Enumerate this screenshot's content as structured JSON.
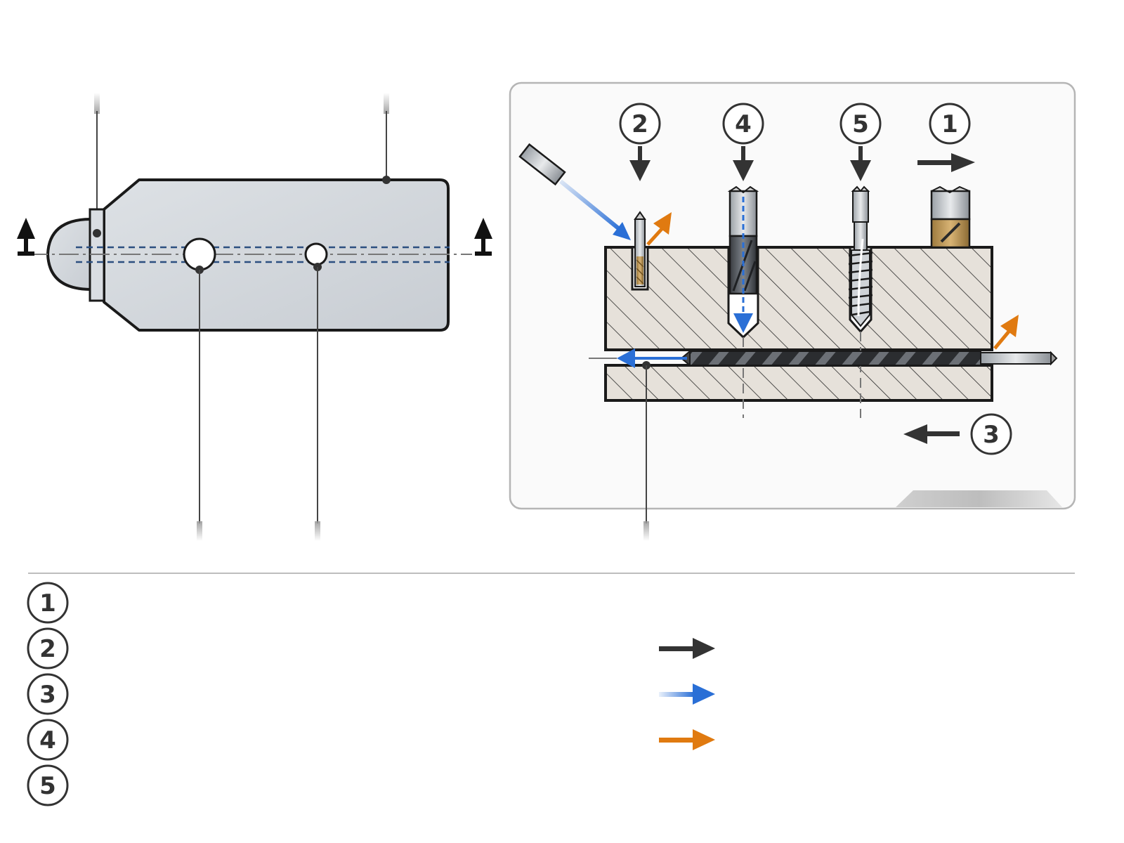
{
  "title": "",
  "callout_numbers": {
    "reamer": "4",
    "tap": "5",
    "side_tool": "1",
    "pilot_drill": "2",
    "long_drill": "3"
  },
  "legend": {
    "items": [
      {
        "num": "1",
        "text": ""
      },
      {
        "num": "2",
        "text": ""
      },
      {
        "num": "3",
        "text": ""
      },
      {
        "num": "4",
        "text": ""
      },
      {
        "num": "5",
        "text": ""
      }
    ],
    "arrows": [
      {
        "icon": "dark-arrow-icon",
        "color": "#333333",
        "text": ""
      },
      {
        "icon": "blue-arrow-icon",
        "color": "#2a6fd6",
        "text": ""
      },
      {
        "icon": "orange-arrow-icon",
        "color": "#e07a10",
        "text": ""
      }
    ]
  },
  "colors": {
    "outline": "#1a1a1a",
    "part_fill": "#d3d7dc",
    "section_line": "#2c4f80",
    "motion_arrow": "#333333",
    "coolant_arrow": "#2a6fd6",
    "chip_arrow": "#e07a10",
    "hatch_fill": "#e6e1da",
    "panel_fill": "#fafafa",
    "brass": "#c9a060"
  }
}
